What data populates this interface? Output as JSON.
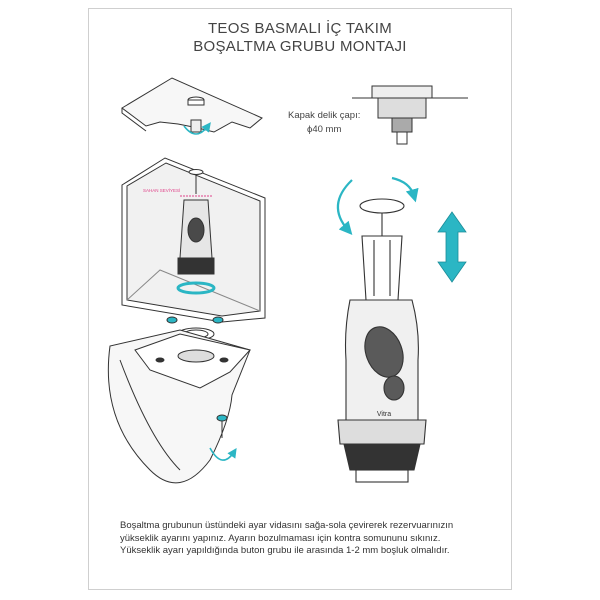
{
  "title": {
    "line1": "TEOS BASMALI İÇ TAKIM",
    "line2": "BOŞALTMA GRUBU MONTAJI"
  },
  "cover_hole": {
    "label": "Kapak delik çapı:",
    "value": "ϕ40 mm"
  },
  "water_level_label": "SAHAN SEVİYESİ",
  "brand": "Vitra",
  "description": [
    "Boşaltma grubunun  üstündeki ayar vidasını sağa-sola çevirerek rezervuarınızın",
    "yükseklik ayarını yapınız. Ayarın bozulmaması için kontra somununu sıkınız.",
    "Yükseklik ayarı yapıldığında buton grubu ile arasında 1-2 mm boşluk olmalıdır."
  ],
  "colors": {
    "accent": "#2bb6c4",
    "line": "#333333",
    "fill": "#f4f4f4",
    "dark": "#4a4a4a"
  }
}
